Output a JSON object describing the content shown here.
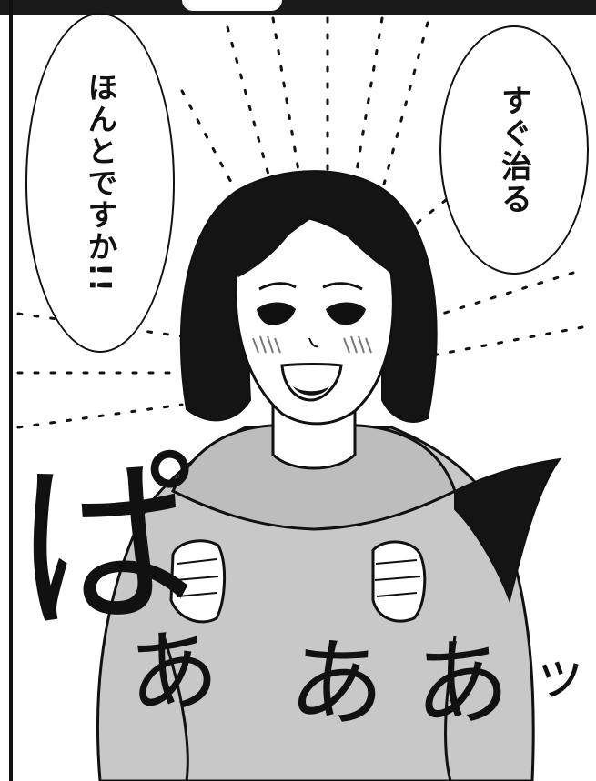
{
  "bubbles": {
    "left_text": "ほんとですか!!",
    "right_text": "すぐ治る"
  },
  "sound_effects": {
    "pa": "ぱ",
    "a1": "あ",
    "a2": "あ",
    "a3": "あ",
    "tsu": "ッ"
  },
  "colors": {
    "ink": "#111111",
    "hoodie": "#c8c8c8",
    "skin": "#ffffff",
    "hair": "#141414"
  }
}
